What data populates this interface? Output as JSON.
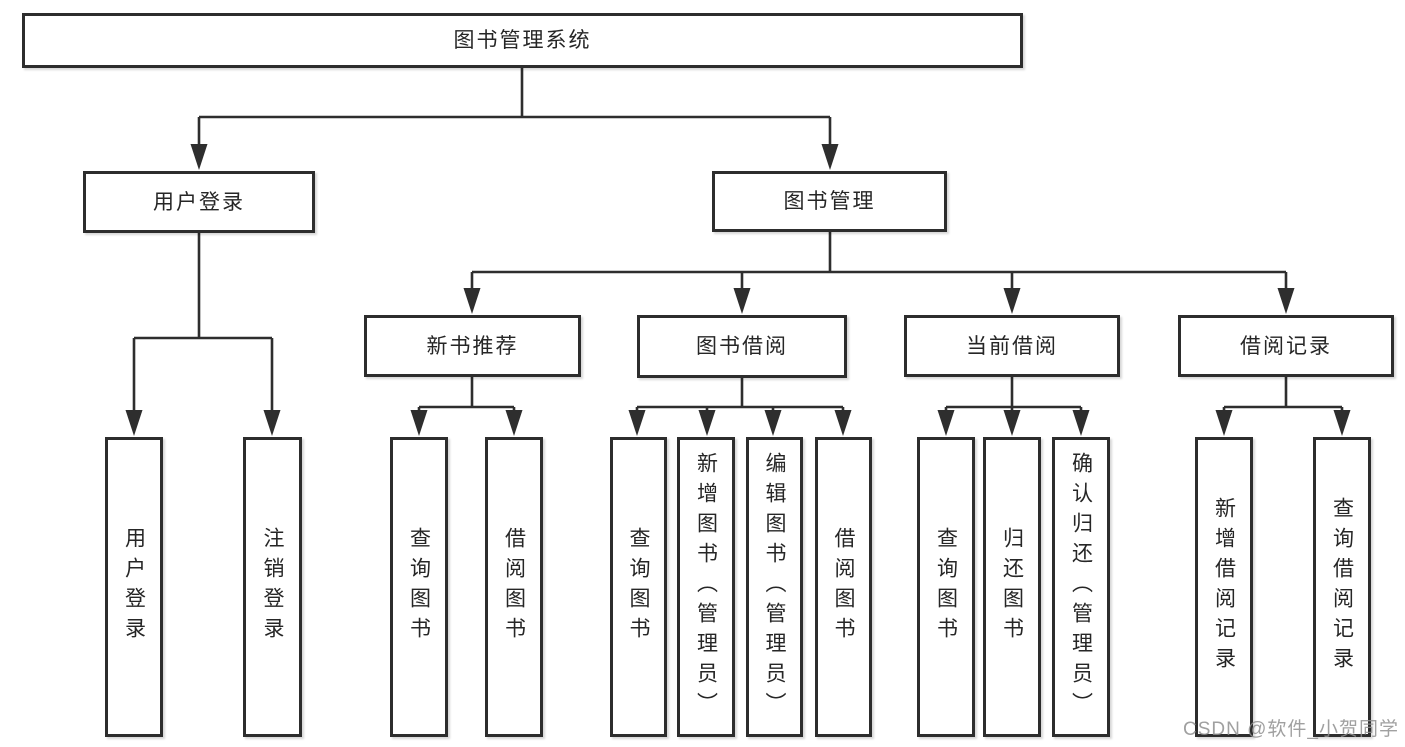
{
  "nodes": {
    "root": {
      "label": "图书管理系统"
    },
    "user_login": {
      "label": "用户登录"
    },
    "book_management": {
      "label": "图书管理"
    },
    "new_book_recommendation": {
      "label": "新书推荐"
    },
    "book_borrowing": {
      "label": "图书借阅"
    },
    "current_borrowing": {
      "label": "当前借阅"
    },
    "borrowing_records": {
      "label": "借阅记录"
    },
    "leaf_user_login": {
      "label": "用户登录"
    },
    "leaf_logout": {
      "label": "注销登录"
    },
    "recommend_query_books": {
      "label": "查询图书"
    },
    "recommend_borrow_books": {
      "label": "借阅图书"
    },
    "borrow_query_books": {
      "label": "查询图书"
    },
    "borrow_add_books_admin": {
      "label": "新增图书（管理员）"
    },
    "borrow_edit_books_admin": {
      "label": "编辑图书（管理员）"
    },
    "borrow_borrow_books": {
      "label": "借阅图书"
    },
    "current_query_books": {
      "label": "查询图书"
    },
    "current_return_books": {
      "label": "归还图书"
    },
    "current_confirm_return_admin": {
      "label": "确认归还（管理员）"
    },
    "records_new_borrow_record": {
      "label": "新增借阅记录"
    },
    "records_query_borrow_record": {
      "label": "查询借阅记录"
    }
  },
  "hierarchy": {
    "图书管理系统": {
      "用户登录": [
        "用户登录",
        "注销登录"
      ],
      "图书管理": {
        "新书推荐": [
          "查询图书",
          "借阅图书"
        ],
        "图书借阅": [
          "查询图书",
          "新增图书（管理员）",
          "编辑图书（管理员）",
          "借阅图书"
        ],
        "当前借阅": [
          "查询图书",
          "归还图书",
          "确认归还（管理员）"
        ],
        "借阅记录": [
          "新增借阅记录",
          "查询借阅记录"
        ]
      }
    }
  },
  "watermark": {
    "text": "CSDN @软件_小贺同学",
    "color": "#8f8f8f"
  },
  "colors": {
    "line": "#2e2e2e",
    "box_border": "#2d2d2d",
    "text": "#262626",
    "background": "#ffffff"
  }
}
